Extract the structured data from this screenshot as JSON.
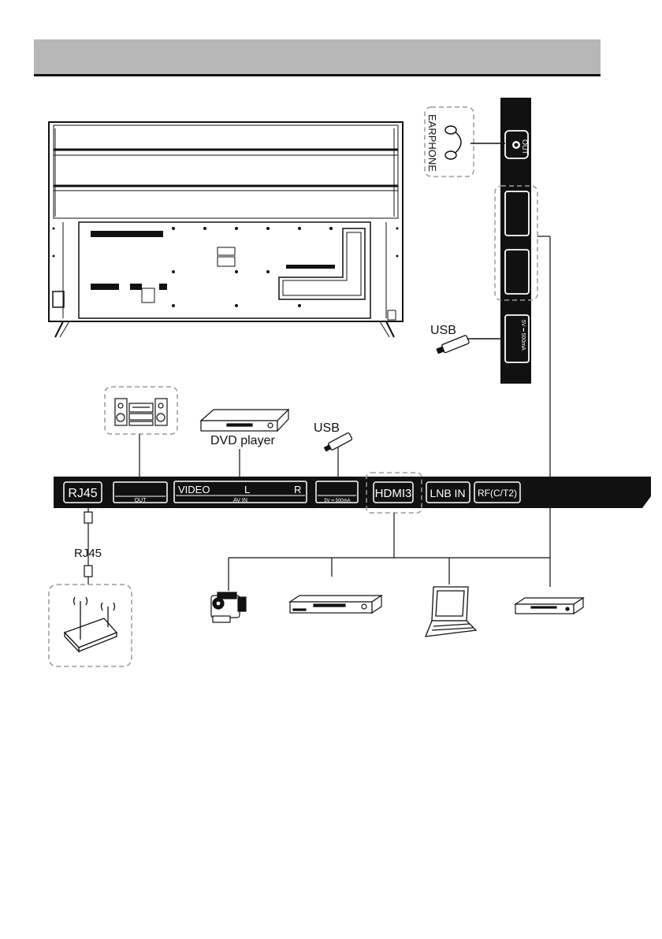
{
  "header": {
    "title": ""
  },
  "side_panel": {
    "earphone_label": "EARPHONE",
    "out_label": "OUT",
    "usb_rating": "5V ━ 500mA",
    "usb_label": "USB"
  },
  "bottom_panel": {
    "rj45_port": "RJ45",
    "out_caption": "OUT",
    "video_label": "VIDEO",
    "left_label": "L",
    "right_label": "R",
    "av_in_caption": "AV IN",
    "usb_rating": "5V ━ 500mA",
    "hdmi3_port": "HDMI3",
    "lnb_port": "LNB IN",
    "rf_port": "RF(C/T2)"
  },
  "devices": {
    "dvd_label": "DVD player",
    "usb_label": "USB",
    "rj45_cable_label": "RJ45"
  },
  "icons": [
    "earphone-icon",
    "usb-stick-icon",
    "stereo-icon",
    "dvd-player-icon",
    "router-icon",
    "camcorder-icon",
    "set-top-box-icon",
    "laptop-icon",
    "blu-ray-player-icon"
  ]
}
